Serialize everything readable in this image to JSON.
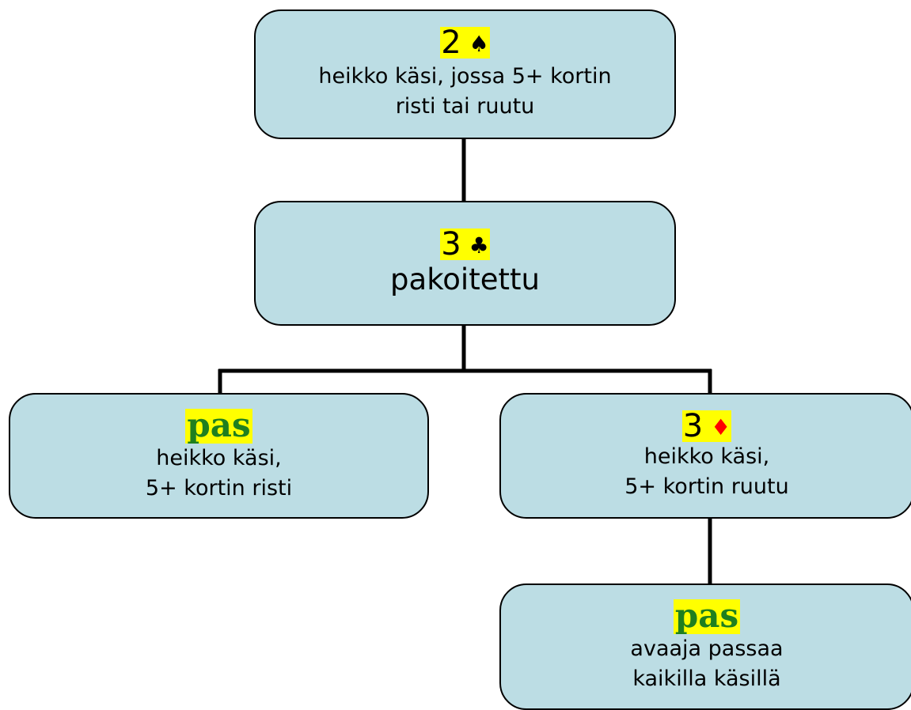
{
  "nodes": {
    "top": {
      "bid": "2",
      "suit": "♠",
      "suit_color": "#000000",
      "lines": [
        "heikko käsi, jossa 5+ kortin",
        "risti tai ruutu"
      ]
    },
    "mid": {
      "bid": "3",
      "suit": "♣",
      "suit_color": "#000000",
      "lines": [
        "pakoitettu"
      ]
    },
    "left": {
      "bid": "pas",
      "lines": [
        "heikko käsi,",
        "5+ kortin risti"
      ]
    },
    "right": {
      "bid": "3",
      "suit": "♦",
      "suit_color": "#ff0000",
      "lines": [
        "heikko käsi,",
        "5+ kortin ruutu"
      ]
    },
    "bottom": {
      "bid": "pas",
      "lines": [
        "avaaja passaa",
        "kaikilla käsillä"
      ]
    }
  },
  "colors": {
    "node_fill": "#bcdde4",
    "bid_highlight": "#ffff00",
    "pas_text": "#1f7f1f",
    "connector": "#000000"
  }
}
